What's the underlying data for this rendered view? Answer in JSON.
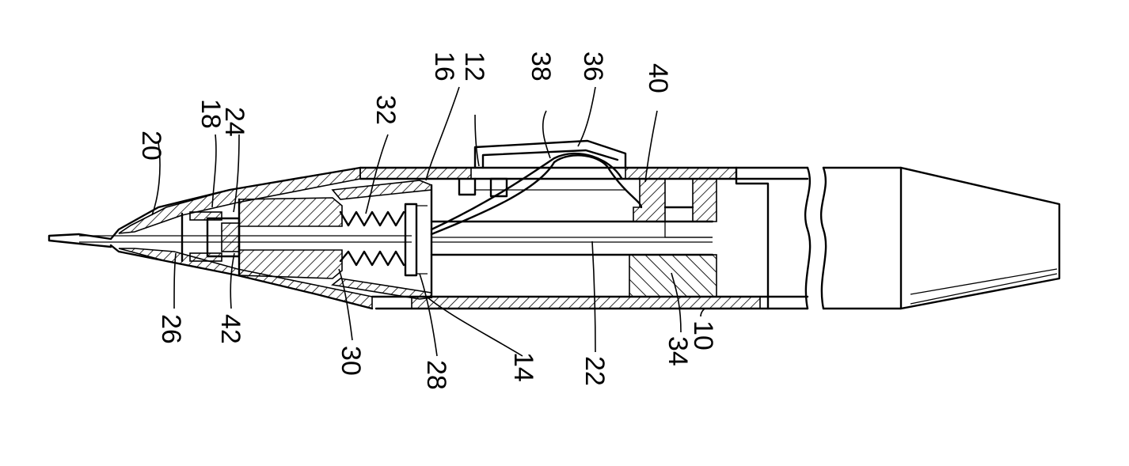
{
  "labels": {
    "ref_20": "20",
    "ref_18": "18",
    "ref_24": "24",
    "ref_32": "32",
    "ref_16": "16",
    "ref_12": "12",
    "ref_38": "38",
    "ref_36": "36",
    "ref_40": "40",
    "ref_26": "26",
    "ref_42": "42",
    "ref_30": "30",
    "ref_28": "28",
    "ref_14": "14",
    "ref_22": "22",
    "ref_34": "34",
    "ref_10": "10"
  }
}
